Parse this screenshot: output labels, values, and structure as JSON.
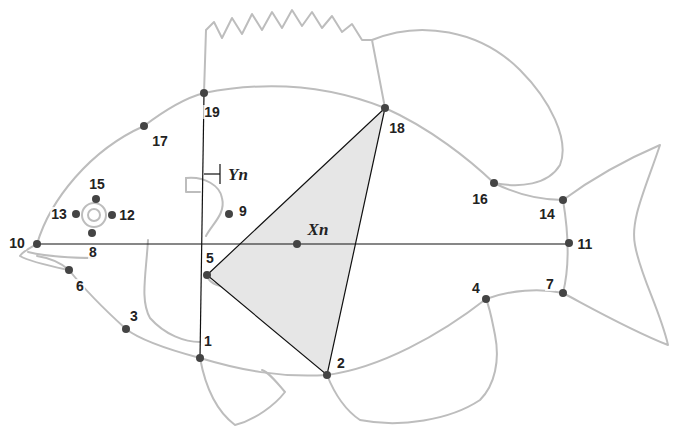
{
  "diagram": {
    "labels": [
      "1",
      "2",
      "3",
      "4",
      "5",
      "6",
      "7",
      "8",
      "9",
      "10",
      "11",
      "12",
      "13",
      "14",
      "15",
      "16",
      "17",
      "18",
      "19",
      "Yn",
      "Xn"
    ]
  }
}
